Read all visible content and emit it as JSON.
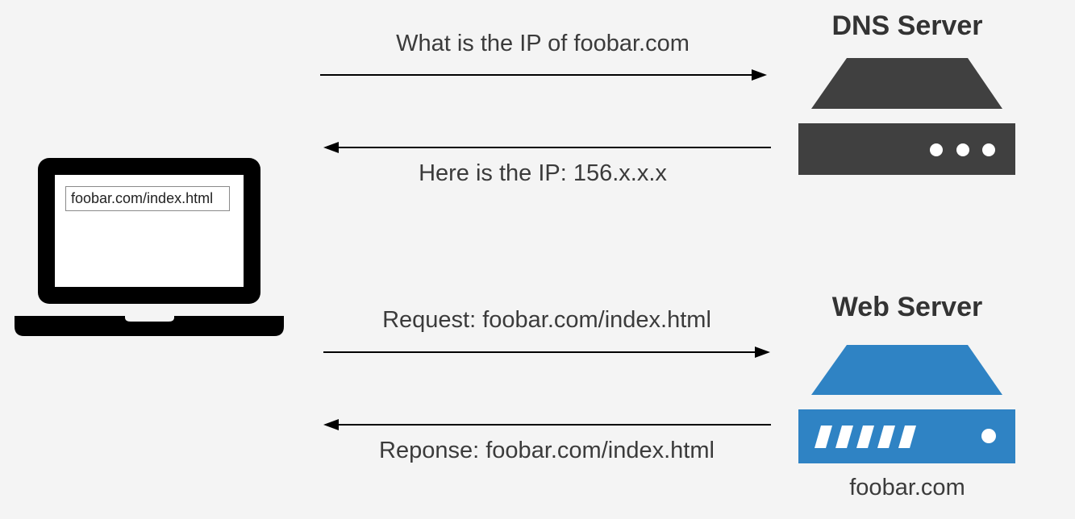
{
  "laptop": {
    "address_bar_text": "foobar.com/index.html"
  },
  "dns_server": {
    "title": "DNS Server",
    "color": "#404040"
  },
  "web_server": {
    "title": "Web Server",
    "caption": "foobar.com",
    "color": "#2f83c4"
  },
  "messages": {
    "dns_request": "What is the IP of foobar.com",
    "dns_response": "Here is the IP: 156.x.x.x",
    "web_request": "Request: foobar.com/index.html",
    "web_response": "Reponse: foobar.com/index.html"
  }
}
